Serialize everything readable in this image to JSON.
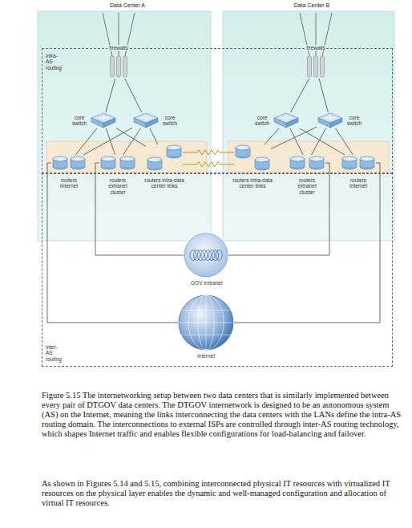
{
  "diagram": {
    "caption": "Figure 5.15 The internetworking setup between two data centers that is similarly implemented between every pair of DTGOV data centers. The DTGOV internetwork is designed to be an autonomous system (AS) on the Internet, meaning the links interconnecting the data centers with the LANs define the intra-AS routing domain. The interconnections to external ISPs are controlled through inter-AS routing technology, which shapes Internet traffic and enables flexible configurations for load-balancing and failover.",
    "nodes": [
      {
        "text": [
          "Data Center A"
        ]
      },
      {
        "text": [
          "Data Center B"
        ]
      },
      {
        "text": [
          "intra-AS routing"
        ]
      },
      {
        "text": [
          "firewalls"
        ],
        "in": 0
      },
      {
        "text": [
          "firewalls"
        ],
        "in": 1
      },
      {
        "text": [
          "core switch"
        ],
        "in": 0
      },
      {
        "text": [
          "core switch"
        ],
        "in": 0
      },
      {
        "text": [
          "core switch"
        ],
        "in": 1
      },
      {
        "text": [
          "core switch"
        ],
        "in": 1
      },
      {
        "text": [
          "routers Internet"
        ],
        "in": 0
      },
      {
        "text": [
          "routers extranet cluster"
        ],
        "in": 0
      },
      {
        "text": [
          "routers intra-data center links"
        ],
        "in": 0
      },
      {
        "text": [
          "routers intra-data center links"
        ],
        "in": 1
      },
      {
        "text": [
          "routers extranet cluster"
        ],
        "in": 1
      },
      {
        "text": [
          "routers Internet"
        ],
        "in": 1
      },
      {
        "text": [
          ".GOV extranet"
        ]
      },
      {
        "text": [
          "Internet"
        ]
      },
      {
        "text": [
          "inter-AS routing"
        ]
      }
    ],
    "edges": [
      {
        "from": 3,
        "to": 5,
        "arrow": "none"
      },
      {
        "from": 3,
        "to": 6,
        "arrow": "none"
      },
      {
        "from": 4,
        "to": 7,
        "arrow": "none"
      },
      {
        "from": 4,
        "to": 8,
        "arrow": "none"
      },
      {
        "from": 5,
        "to": 9,
        "arrow": "none"
      },
      {
        "from": 5,
        "to": 10,
        "arrow": "none"
      },
      {
        "from": 5,
        "to": 11,
        "arrow": "none"
      },
      {
        "from": 6,
        "to": 9,
        "arrow": "none"
      },
      {
        "from": 6,
        "to": 10,
        "arrow": "none"
      },
      {
        "from": 6,
        "to": 11,
        "arrow": "none"
      },
      {
        "from": 7,
        "to": 12,
        "arrow": "none"
      },
      {
        "from": 7,
        "to": 13,
        "arrow": "none"
      },
      {
        "from": 7,
        "to": 14,
        "arrow": "none"
      },
      {
        "from": 8,
        "to": 12,
        "arrow": "none"
      },
      {
        "from": 8,
        "to": 13,
        "arrow": "none"
      },
      {
        "from": 8,
        "to": 14,
        "arrow": "none"
      },
      {
        "from": 11,
        "to": 12,
        "arrow": "none"
      },
      {
        "from": 10,
        "to": 15,
        "arrow": "none"
      },
      {
        "from": 13,
        "to": 15,
        "arrow": "none"
      },
      {
        "from": 9,
        "to": 16,
        "arrow": "none"
      },
      {
        "from": 14,
        "to": 16,
        "arrow": "none"
      }
    ],
    "labels": [
      "As shown in Figures 5.14 and 5.15, combining interconnected physical IT resources with virtualized IT resources on the physical layer enables the dynamic and well-managed configuration and allocation of virtual IT resources."
    ]
  }
}
